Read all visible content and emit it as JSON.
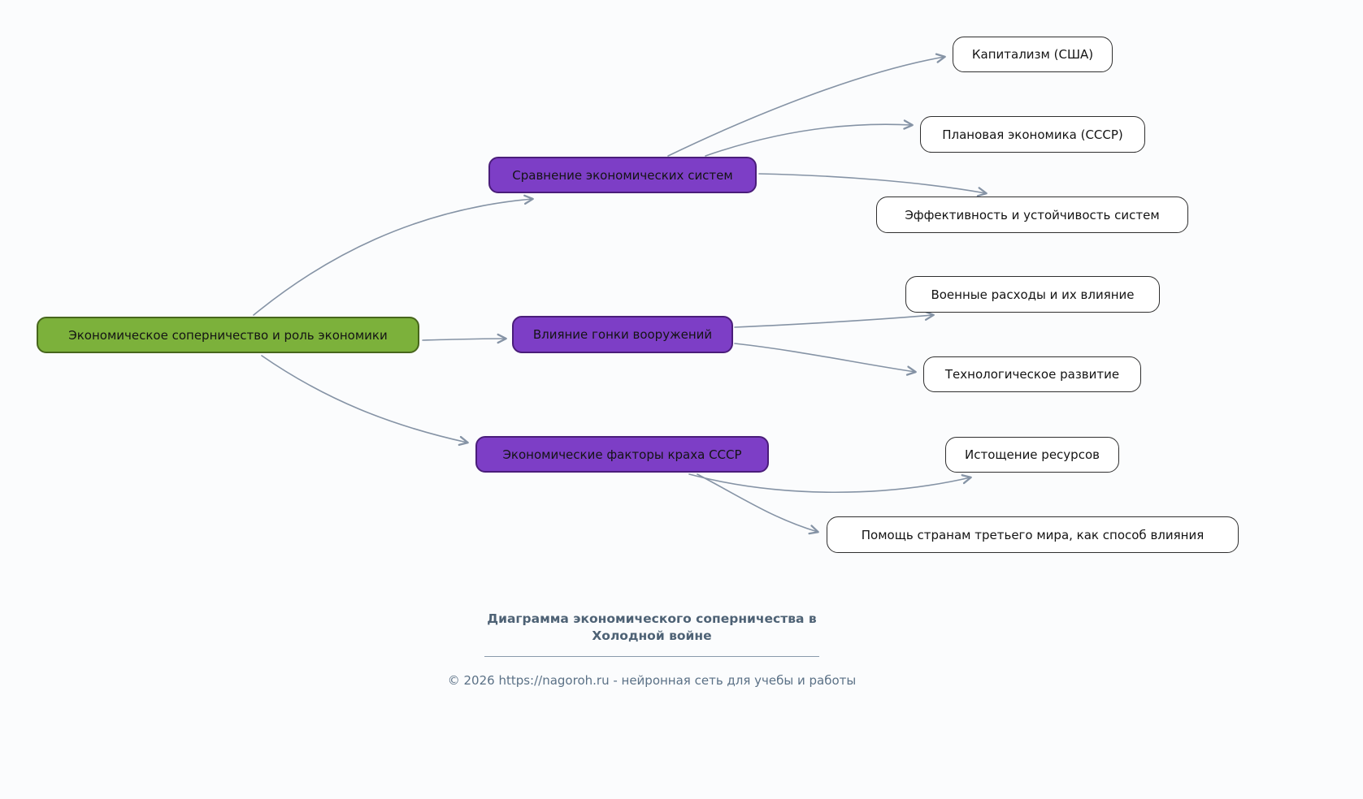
{
  "mindmap": {
    "root": {
      "label": "Экономическое соперничество и роль экономики"
    },
    "branches": [
      {
        "label": "Сравнение экономических систем",
        "children": [
          {
            "label": "Капитализм (США)"
          },
          {
            "label": "Плановая экономика (СССР)"
          },
          {
            "label": "Эффективность и устойчивость систем"
          }
        ]
      },
      {
        "label": "Влияние гонки вооружений",
        "children": [
          {
            "label": "Военные расходы и их влияние"
          },
          {
            "label": "Технологическое развитие"
          }
        ]
      },
      {
        "label": "Экономические факторы краха СССР",
        "children": [
          {
            "label": "Истощение ресурсов"
          },
          {
            "label": "Помощь странам третьего мира, как способ влияния"
          }
        ]
      }
    ]
  },
  "footer": {
    "title": "Диаграмма экономического соперничества в Холодной войне",
    "copyright": "© 2026 https://nagoroh.ru - нейронная сеть для учебы и работы"
  },
  "colors": {
    "root_fill": "#7cb13b",
    "root_border": "#47661c",
    "branch_fill": "#7d3ec6",
    "branch_border": "#4a1d7a",
    "leaf_fill": "#ffffff",
    "leaf_border": "#2f2f2f",
    "edge": "#8593a5",
    "background": "#fbfcfd",
    "footer_text": "#5b7186"
  }
}
